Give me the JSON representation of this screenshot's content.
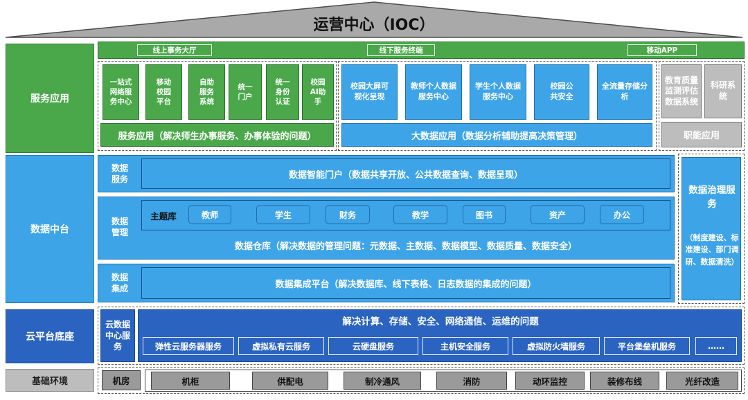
{
  "title": "运营中心（IOC）",
  "layers": {
    "service": "服务应用",
    "data": "数据中台",
    "cloud": "云平台底座",
    "infra": "基础环境"
  },
  "channels": [
    "线上事务大厅",
    "线下服务终端",
    "移动APP"
  ],
  "service_apps": {
    "items": [
      "一站式网络服务中心",
      "移动校园平台",
      "自助服务系统",
      "统一门户",
      "统一身份认证",
      "校园AI助手"
    ],
    "caption": "服务应用（解决师生办事服务、办事体验的问题）"
  },
  "bigdata_apps": {
    "items": [
      "校园大屏可视化呈现",
      "教师个人数据服务中心",
      "学生个人数据服务中心",
      "校园公共安全",
      "全流量存储分析"
    ],
    "caption": "大数据应用（数据分析辅助提高决策管理）"
  },
  "function_apps": {
    "items": [
      "教育质量监测评估数据系统",
      "科研系统"
    ],
    "caption": "职能应用"
  },
  "data_service": {
    "label": "数据服务",
    "portal": "数据智能门户（数据共享开放、公共数据查询、数据呈现）"
  },
  "data_mgmt": {
    "label": "数据管理",
    "theme_label": "主题库",
    "themes": [
      "教师",
      "学生",
      "财务",
      "教学",
      "图书",
      "资产",
      "办公"
    ],
    "warehouse": "数据仓库（解决数据的管理问题：元数据、主数据、数据模型、数据质量、数据安全）"
  },
  "data_integration": {
    "label": "数据集成",
    "platform": "数据集成平台（解决数据库、线下表格、日志数据的集成的问题）"
  },
  "governance": {
    "title": "数据治理服务",
    "detail": "（制度建设、标准建设、部门调研、数据清洗）"
  },
  "cloud": {
    "label": "云数据中心服务",
    "headline": "解决计算、存储、安全、网络通信、运维的问题",
    "services": [
      "弹性云服务器服务",
      "虚拟私有云服务",
      "云硬盘服务",
      "主机安全服务",
      "虚拟防火墙服务",
      "平台堡垒机服务",
      "……"
    ]
  },
  "infra": {
    "first": "机房",
    "items": [
      "机柜",
      "供配电",
      "制冷通风",
      "消防",
      "动环监控",
      "装修布线",
      "光纤改造"
    ]
  },
  "colors": {
    "green": "#4aa84a",
    "blue": "#3ea4e8",
    "dark_blue": "#2b64c0",
    "gray": "#bdbdbd",
    "roof": "#a9a9a9"
  }
}
